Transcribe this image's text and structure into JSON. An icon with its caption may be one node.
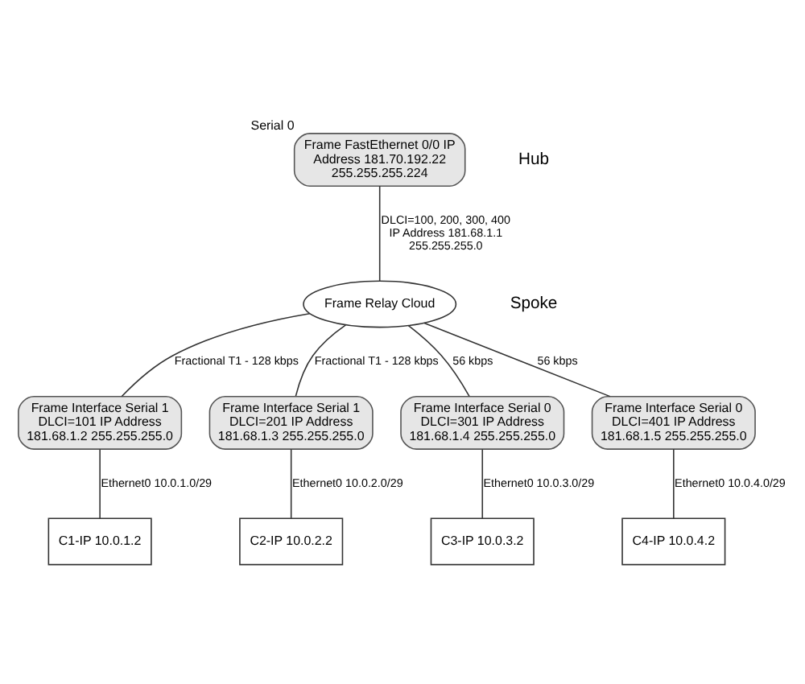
{
  "diagram": {
    "nodes": [
      {
        "text": [
          "Frame FastEthernet 0/0 IP Address 181.70.192.22 255.255.255.224"
        ],
        "beside": [
          "Serial 0"
        ]
      },
      {
        "text": [
          "Frame Relay Cloud"
        ]
      },
      {
        "text": [
          "Frame Interface Serial 1 DLCI=101 IP Address 181.68.1.2 255.255.255.0"
        ]
      },
      {
        "text": [
          "Frame Interface Serial 1 DLCI=201 IP Address 181.68.1.3 255.255.255.0"
        ]
      },
      {
        "text": [
          "Frame Interface Serial 0 DLCI=301 IP Address 181.68.1.4 255.255.255.0"
        ]
      },
      {
        "text": [
          "Frame Interface Serial 0 DLCI=401 IP Address 181.68.1.5 255.255.255.0"
        ]
      },
      {
        "text": [
          "C1-IP 10.0.1.2"
        ]
      },
      {
        "text": [
          "C2-IP 10.0.2.2"
        ]
      },
      {
        "text": [
          "C3-IP 10.0.3.2"
        ]
      },
      {
        "text": [
          "C4-IP 10.0.4.2"
        ]
      }
    ],
    "edges": [
      {
        "from": 0,
        "to": 1,
        "arrow": "none",
        "label": "DLCI=100, 200, 300, 400 IP Address 181.68.1.1 255.255.255.0"
      },
      {
        "from": 1,
        "to": 2,
        "arrow": "none",
        "label": "Fractional T1 - 128 kbps"
      },
      {
        "from": 1,
        "to": 3,
        "arrow": "none",
        "label": "Fractional T1 - 128 kbps"
      },
      {
        "from": 1,
        "to": 4,
        "arrow": "none",
        "label": "56 kbps"
      },
      {
        "from": 1,
        "to": 5,
        "arrow": "none",
        "label": "56 kbps"
      },
      {
        "from": 2,
        "to": 6,
        "arrow": "none",
        "label": "Ethernet0 10.0.1.0/29"
      },
      {
        "from": 3,
        "to": 7,
        "arrow": "none",
        "label": "Ethernet0 10.0.2.0/29"
      },
      {
        "from": 4,
        "to": 8,
        "arrow": "none",
        "label": "Ethernet0 10.0.3.0/29"
      },
      {
        "from": 5,
        "to": 9,
        "arrow": "none",
        "label": "Ethernet0 10.0.4.0/29"
      }
    ],
    "labels": [
      "Hub",
      "Spoke"
    ]
  }
}
